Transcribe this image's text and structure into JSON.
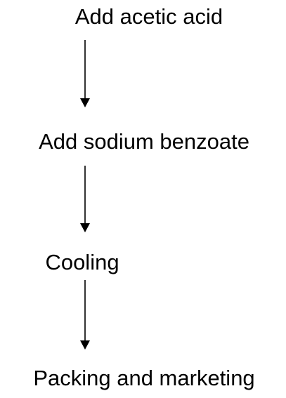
{
  "flowchart": {
    "steps": [
      {
        "label": "Add acetic acid"
      },
      {
        "label": "Add sodium benzoate"
      },
      {
        "label": "Cooling"
      },
      {
        "label": "Packing and marketing"
      }
    ],
    "colors": {
      "text": "#000000",
      "arrow": "#000000",
      "background": "#ffffff"
    }
  }
}
